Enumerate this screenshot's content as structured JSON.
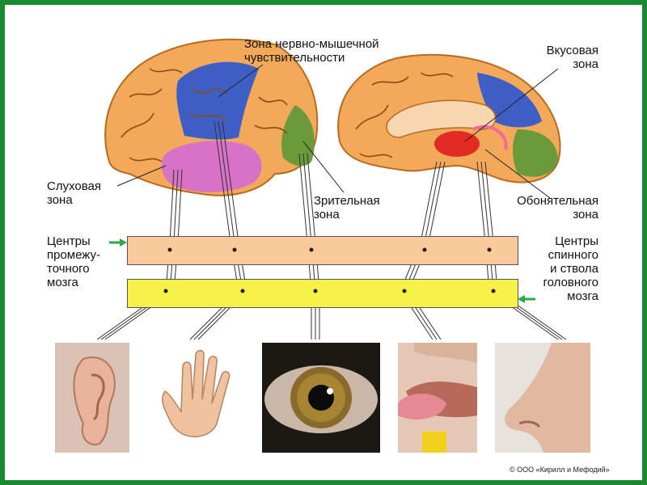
{
  "labels": {
    "neuro_muscular": "Зона нервно-мышечной\nчувствительности",
    "taste": "Вкусовая\nзона",
    "auditory": "Слуховая\nзона",
    "visual": "Зрительная\nзона",
    "olfactory": "Обонятельная\nзона",
    "diencephalon": "Центры\nпромежу-\nточного\nмозга",
    "spinal_stem": "Центры\nспинного\nи ствола\nголовного\nмозга"
  },
  "copyright": "© ООО «Кирилл и Мефодий»",
  "colors": {
    "frame_green": "#1a8a32",
    "cortex": "#f3a95a",
    "sensory_blue": "#3f5fc6",
    "auditory_pink": "#d772c6",
    "visual_green": "#6a9a3a",
    "taste_red": "#e22b22",
    "band_diencephalon": "#f8c99b",
    "band_stem": "#f7f24a",
    "arrow_green": "#2fa84a"
  },
  "photos": [
    "ear",
    "hand",
    "eye",
    "tongue",
    "nose"
  ]
}
